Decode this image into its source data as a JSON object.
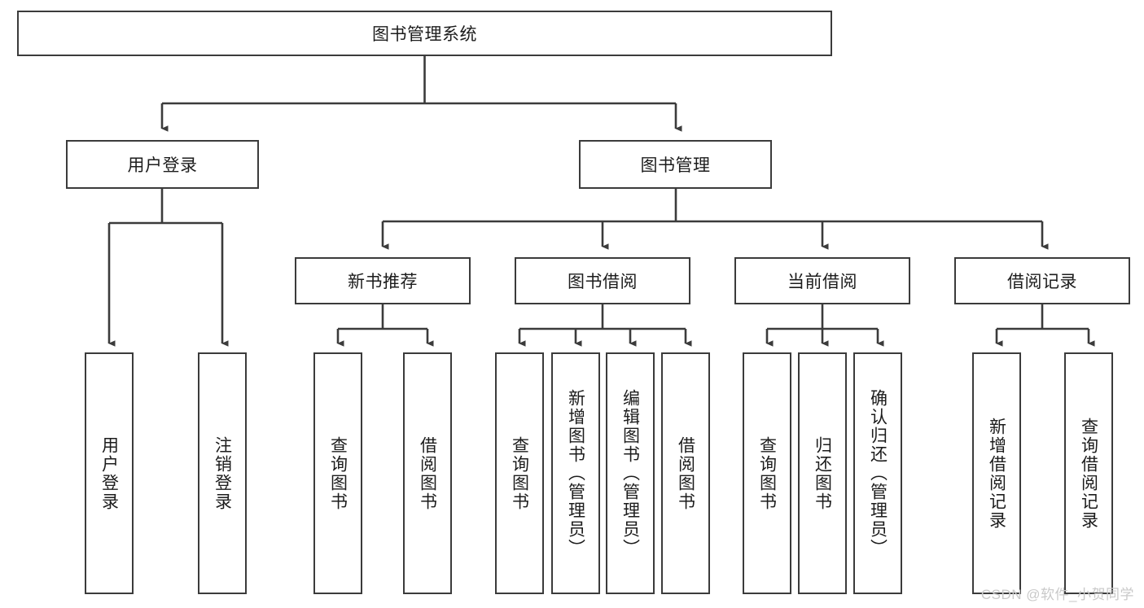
{
  "diagram": {
    "title_node": {
      "label": "图书管理系统"
    },
    "level2": [
      {
        "id": "user-login",
        "label": "用户登录"
      },
      {
        "id": "book-management",
        "label": "图书管理"
      }
    ],
    "level3": [
      {
        "id": "new-book-recommend",
        "label": "新书推荐"
      },
      {
        "id": "book-borrow",
        "label": "图书借阅"
      },
      {
        "id": "current-borrow",
        "label": "当前借阅"
      },
      {
        "id": "borrow-record",
        "label": "借阅记录"
      }
    ],
    "leaves": {
      "user_login": [
        {
          "id": "leaf-user-login",
          "label": "用户登录"
        },
        {
          "id": "leaf-logout-login",
          "label": "注销登录"
        }
      ],
      "new_book_recommend": [
        {
          "id": "leaf-query-book-1",
          "label": "查询图书"
        },
        {
          "id": "leaf-borrow-book-1",
          "label": "借阅图书"
        }
      ],
      "book_borrow": [
        {
          "id": "leaf-query-book-2",
          "label": "查询图书"
        },
        {
          "id": "leaf-add-book",
          "label": "新增图书（管理员）"
        },
        {
          "id": "leaf-edit-book",
          "label": "编辑图书（管理员）"
        },
        {
          "id": "leaf-borrow-book-2",
          "label": "借阅图书"
        }
      ],
      "current_borrow": [
        {
          "id": "leaf-query-book-3",
          "label": "查询图书"
        },
        {
          "id": "leaf-return-book",
          "label": "归还图书"
        },
        {
          "id": "leaf-confirm-return",
          "label": "确认归还（管理员）"
        }
      ],
      "borrow_record": [
        {
          "id": "leaf-add-record",
          "label": "新增借阅记录"
        },
        {
          "id": "leaf-query-record",
          "label": "查询借阅记录"
        }
      ]
    },
    "watermark": "CSDN @软件_小贺同学",
    "colors": {
      "stroke": "#3b3b3b",
      "text": "#1c1c1c",
      "background": "#ffffff",
      "watermark": "#c9c9c9"
    }
  }
}
